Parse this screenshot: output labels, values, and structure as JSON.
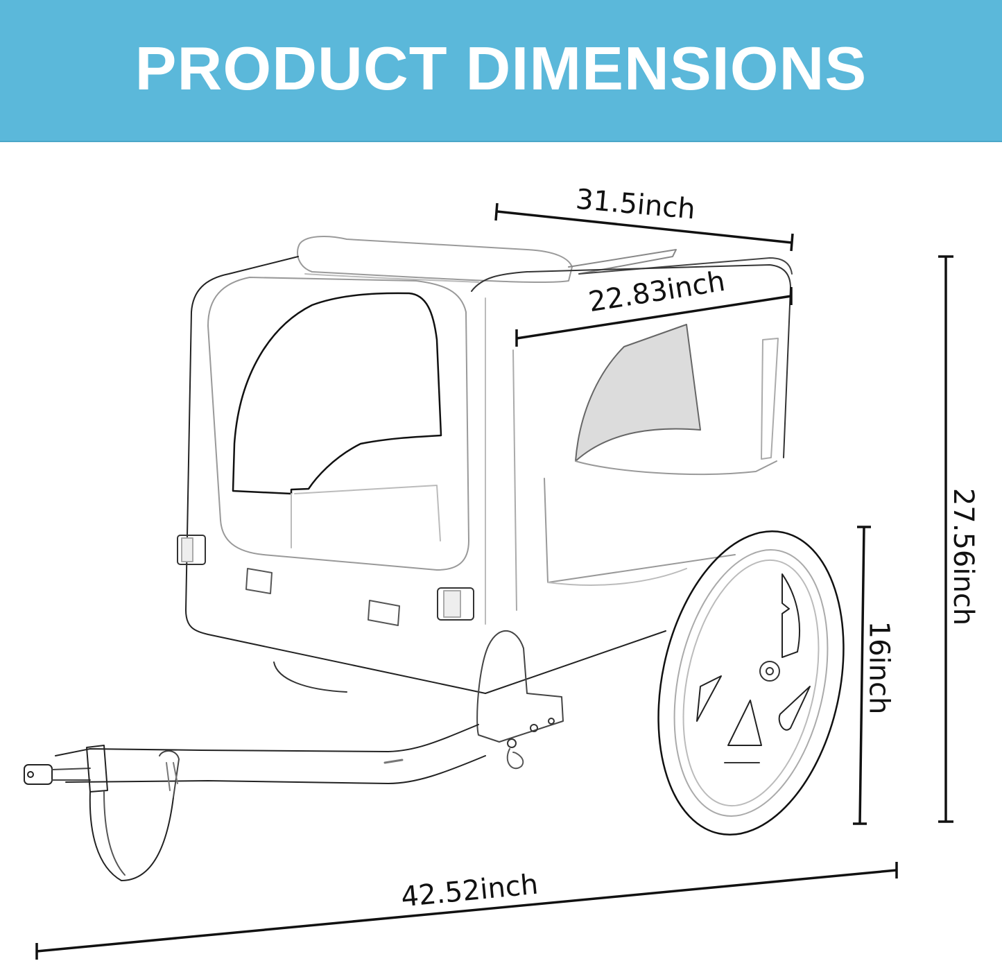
{
  "banner": {
    "title": "PRODUCT DIMENSIONS",
    "background_color": "#5bb8da",
    "text_color": "#ffffff"
  },
  "product": {
    "name": "pet bike trailer",
    "illustration_style": "line drawing"
  },
  "dimensions": {
    "top_length": "31.5inch",
    "top_width": "22.83inch",
    "overall_height": "27.56inch",
    "wheel_diameter": "16inch",
    "overall_length": "42.52inch"
  }
}
